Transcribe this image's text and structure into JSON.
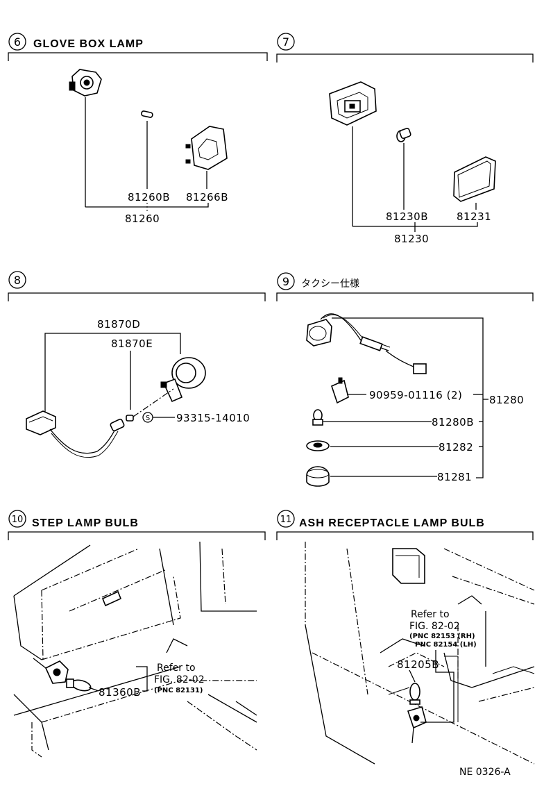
{
  "sections": {
    "s6": {
      "num": "6",
      "title": "GLOVE BOX LAMP",
      "parts": {
        "p1": "81260B",
        "p2": "81266B",
        "assy": "81260"
      }
    },
    "s7": {
      "num": "7",
      "title": "",
      "parts": {
        "p1": "81230B",
        "p2": "81231",
        "assy": "81230"
      }
    },
    "s8": {
      "num": "8",
      "title": "",
      "parts": {
        "p1": "81870D",
        "p2": "81870E",
        "p3": "93315-14010"
      }
    },
    "s9": {
      "num": "9",
      "title": "タクシー仕様",
      "parts": {
        "p1": "90959-01116 (2)",
        "p2": "81280B",
        "p3": "81282",
        "p4": "81281",
        "assy": "81280"
      }
    },
    "s10": {
      "num": "10",
      "title": "STEP LAMP BULB",
      "parts": {
        "p1": "81360B"
      },
      "ref": {
        "line1": "Refer to",
        "line2": "FIG. 82-02",
        "line3": "(PNC 82131)"
      }
    },
    "s11": {
      "num": "11",
      "title": "ASH RECEPTACLE LAMP BULB",
      "parts": {
        "p1": "81205B"
      },
      "ref": {
        "line1": "Refer to",
        "line2": "FIG. 82-02",
        "line3": "(PNC 82153 (RH)",
        "line4": "PNC 82154 (LH)"
      }
    }
  },
  "footer": {
    "code": "NE 0326-A"
  }
}
